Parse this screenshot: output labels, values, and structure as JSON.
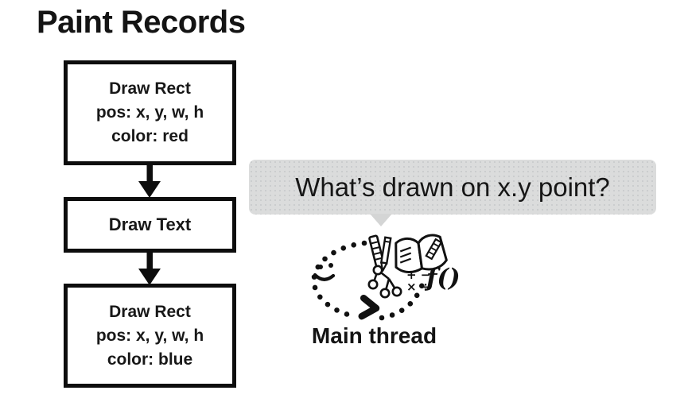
{
  "slide": {
    "title": "Paint Records"
  },
  "flowchart": {
    "boxes": [
      {
        "name": "draw-rect-red",
        "lines": [
          "Draw Rect",
          "pos: x, y, w, h",
          "color: red"
        ]
      },
      {
        "name": "draw-text",
        "lines": [
          "Draw Text"
        ]
      },
      {
        "name": "draw-rect-blue",
        "lines": [
          "Draw Rect",
          "pos: x, y, w, h",
          "color: blue"
        ]
      }
    ]
  },
  "speech_bubble": {
    "text": "What’s drawn on x.y point?"
  },
  "illustration": {
    "label": "Main thread",
    "math_row1": "+ −",
    "math_row2": "× ÷",
    "function_text": "f()",
    "icons": [
      "dotted-loop-icon",
      "smiley-face-icon",
      "chevron-arrow-icon",
      "ruler-icon",
      "pencil-icon",
      "open-book-icon",
      "tree-diagram-icon",
      "math-symbols-icon",
      "function-icon"
    ]
  },
  "colors": {
    "background": "#ffffff",
    "ink": "#111111",
    "bubble_bg": "#dbdcdc"
  }
}
